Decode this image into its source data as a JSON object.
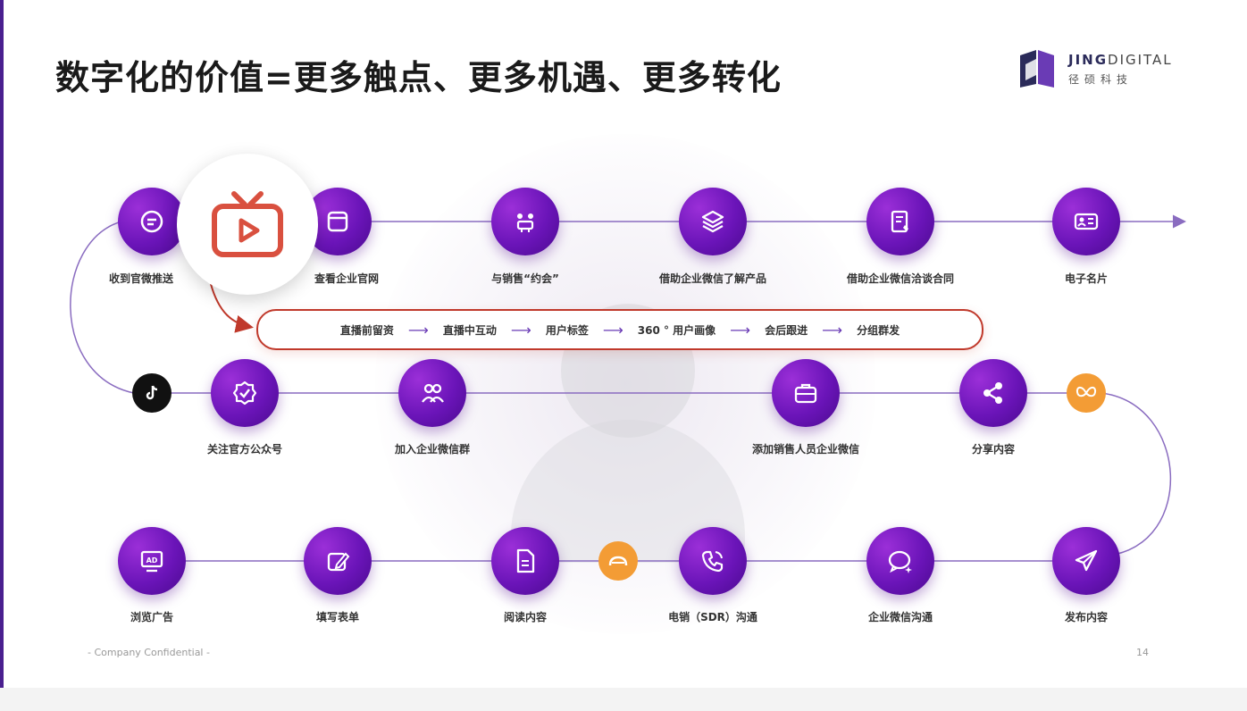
{
  "title": "数字化的价值=更多触点、更多机遇、更多转化",
  "logo": {
    "en_bold": "JING",
    "en_rest": "DIGITAL",
    "cn": "径硕科技"
  },
  "row1": [
    {
      "label": "收到官微推送",
      "icon": "chat-bubble-icon"
    },
    {
      "label": "查看企业官网",
      "icon": "browser-window-icon"
    },
    {
      "label": "与销售“约会”",
      "icon": "meeting-icon"
    },
    {
      "label": "借助企业微信了解产品",
      "icon": "layers-icon"
    },
    {
      "label": "借助企业微信洽谈合同",
      "icon": "contract-icon"
    },
    {
      "label": "电子名片",
      "icon": "business-card-icon"
    }
  ],
  "pill": {
    "steps": [
      "直播前留资",
      "直播中互动",
      "用户标签",
      "360 ° 用户画像",
      "会后跟进",
      "分组群发"
    ],
    "arrow": "⟶"
  },
  "row2": [
    {
      "label": "关注官方公众号",
      "icon": "verified-badge-icon"
    },
    {
      "label": "加入企业微信群",
      "icon": "group-icon"
    },
    {
      "label": "添加销售人员企业微信",
      "icon": "briefcase-icon"
    },
    {
      "label": "分享内容",
      "icon": "share-icon"
    }
  ],
  "row3": [
    {
      "label": "浏览广告",
      "icon": "ad-monitor-icon",
      "ad_text": "AD"
    },
    {
      "label": "填写表单",
      "icon": "edit-form-icon"
    },
    {
      "label": "阅读内容",
      "icon": "document-icon"
    },
    {
      "label": "电销（SDR）沟通",
      "icon": "phone-call-icon"
    },
    {
      "label": "企业微信沟通",
      "icon": "chat-sparkle-icon"
    },
    {
      "label": "发布内容",
      "icon": "send-icon"
    }
  ],
  "footer": {
    "left": "- Company Confidential -",
    "page": "14"
  },
  "colors": {
    "purple": "#6a14b8",
    "red": "#c0392b",
    "line": "#8a6cc0",
    "orange": "#f39c35"
  }
}
